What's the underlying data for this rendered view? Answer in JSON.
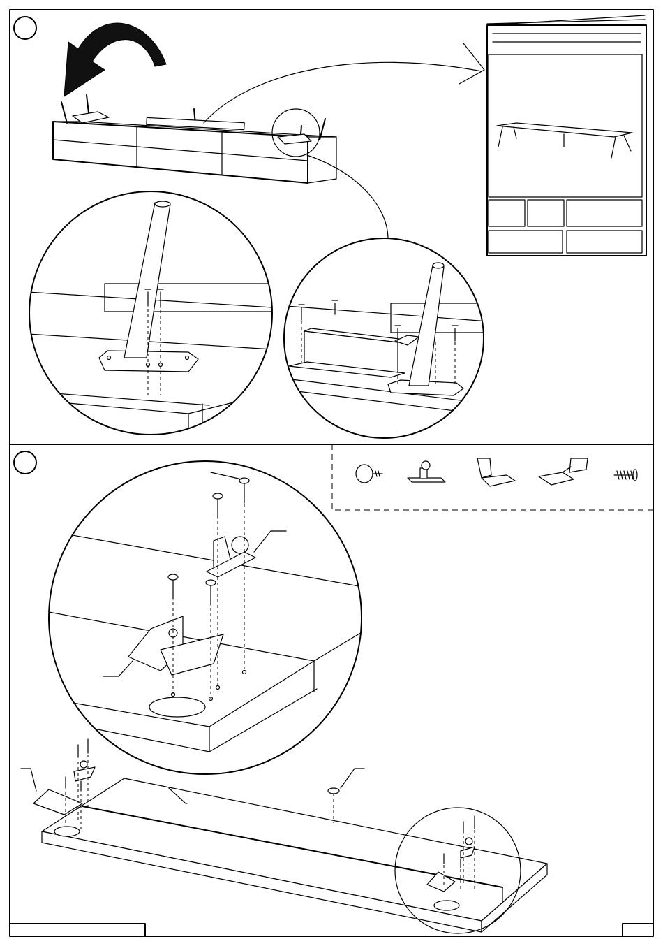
{
  "document": {
    "type": "assembly-instruction-page",
    "steps": [
      {
        "id": "step-1",
        "number_label": ""
      },
      {
        "id": "step-2",
        "number_label": ""
      }
    ],
    "footer": {
      "left_box_text": "",
      "page_box_text": ""
    },
    "hardware_strip": {
      "items": [
        {
          "icon": "round-cap-glide-icon"
        },
        {
          "icon": "ball-pin-bracket-icon"
        },
        {
          "icon": "connector-bracket-left-icon"
        },
        {
          "icon": "connector-bracket-right-icon"
        },
        {
          "icon": "wood-screw-icon"
        }
      ]
    },
    "booklet_inset": {
      "title": ""
    }
  }
}
